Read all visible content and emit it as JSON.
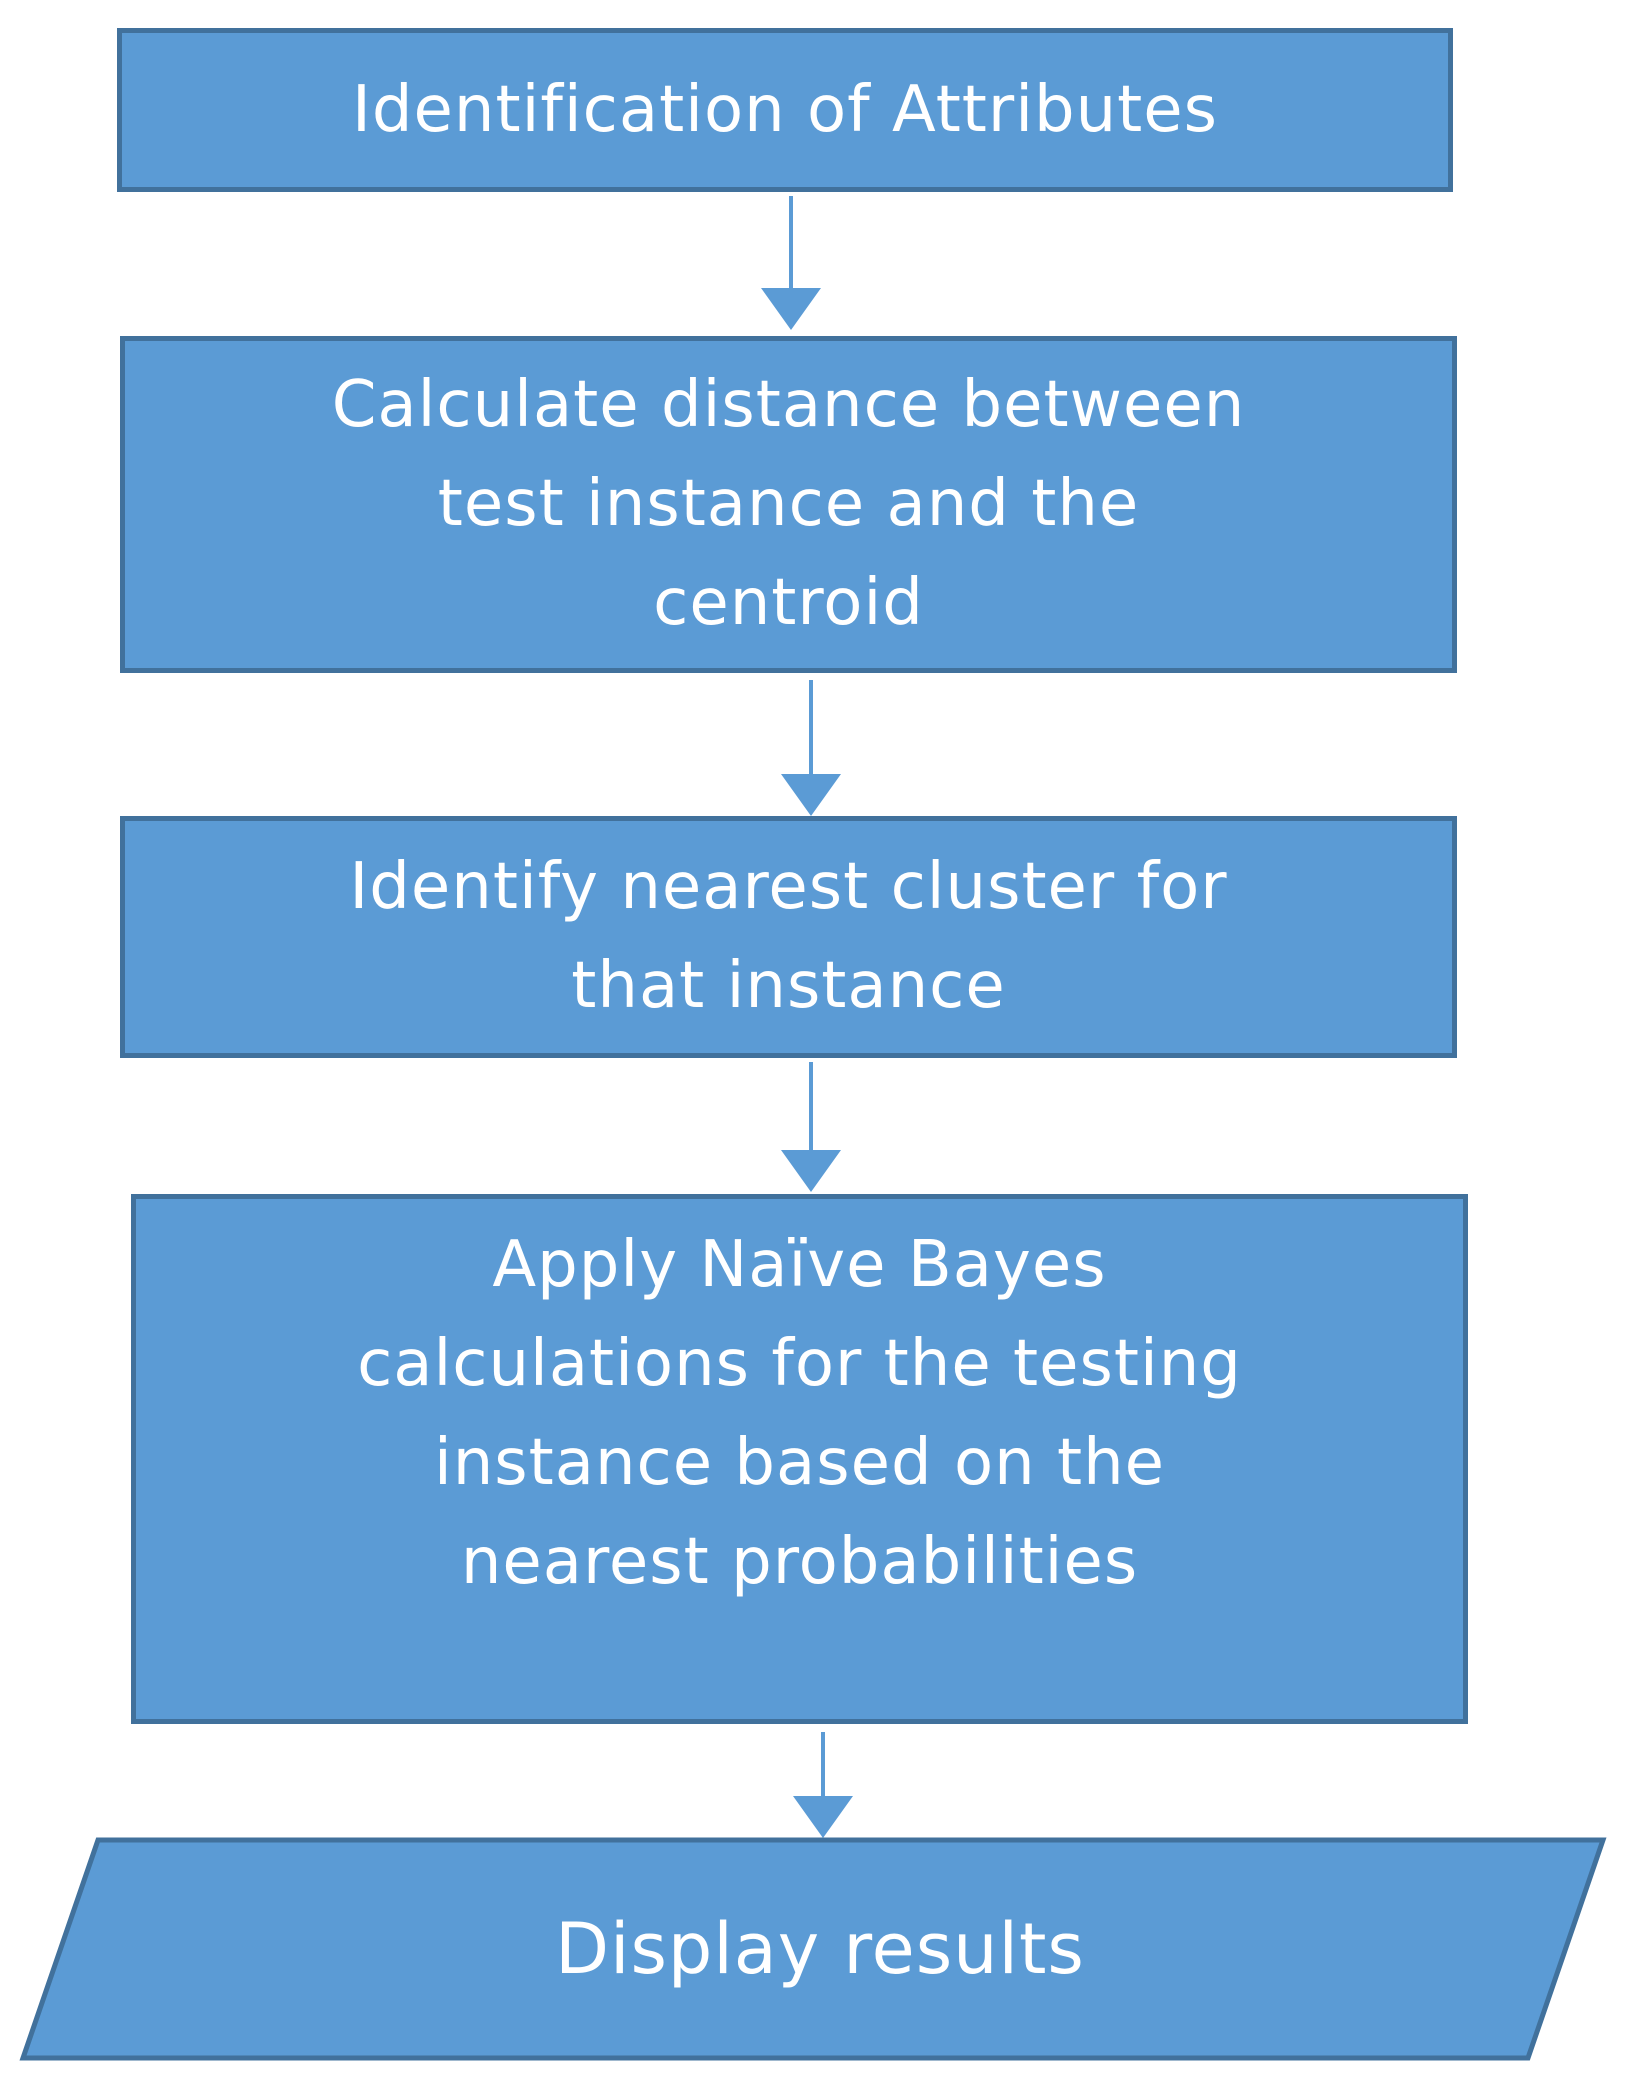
{
  "diagram": {
    "steps": [
      {
        "id": "step-identification",
        "label": "Identification of Attributes"
      },
      {
        "id": "step-calculate-distance",
        "label": "Calculate distance between\ntest instance and the\ncentroid"
      },
      {
        "id": "step-nearest-cluster",
        "label": "Identify nearest cluster for\nthat instance"
      },
      {
        "id": "step-naive-bayes",
        "label": "Apply Naïve Bayes\ncalculations for the testing\ninstance based on the\nnearest probabilities"
      }
    ],
    "output": {
      "label": "Display results"
    }
  },
  "colors": {
    "box_fill": "#5b9bd5",
    "box_border": "#41719c",
    "arrow": "#5b9bd5",
    "text": "#ffffff"
  }
}
